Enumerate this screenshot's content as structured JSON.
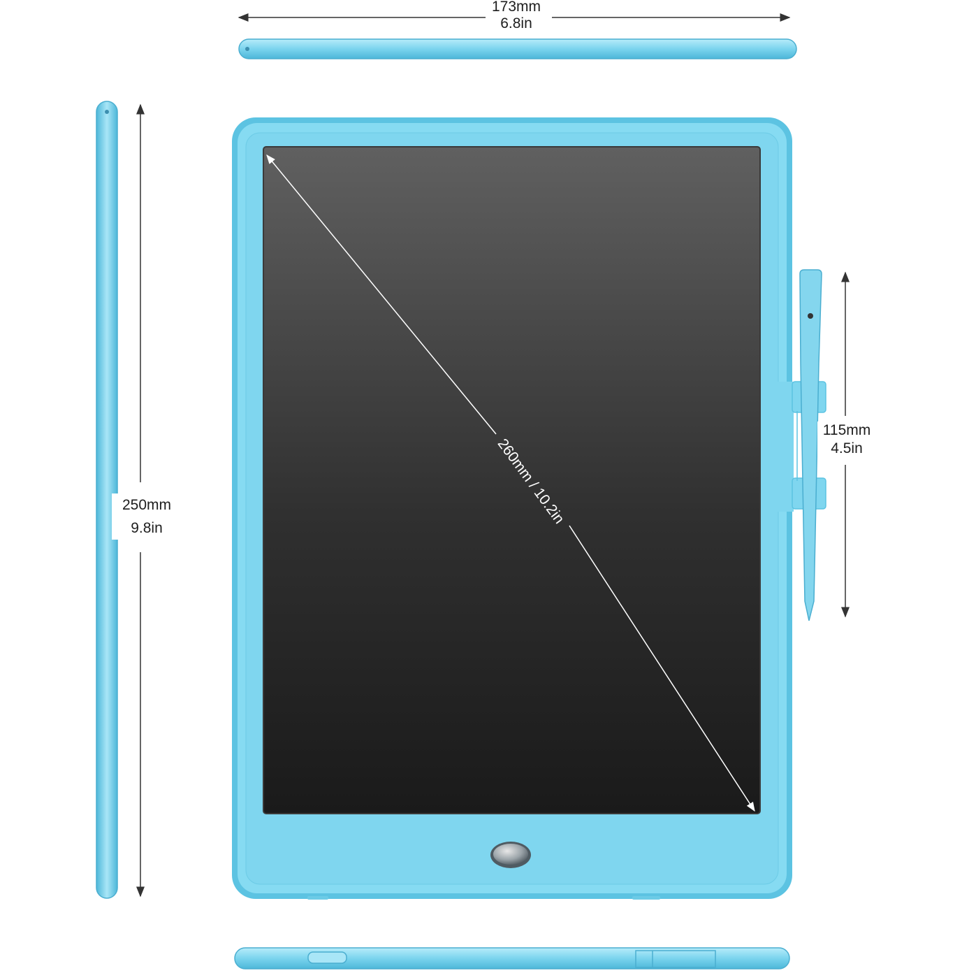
{
  "dimensions": {
    "width_mm": "173mm",
    "width_in": "6.8in",
    "height_mm": "250mm",
    "height_in": "9.8in",
    "diagonal": "260mm / 10.2in",
    "stylus_mm": "115mm",
    "stylus_in": "4.5in"
  },
  "colors": {
    "body": "#7fd6ef",
    "body_edge": "#5cc3e2",
    "screen_top": "#5f5f5f",
    "screen_bottom": "#1b1b1b",
    "arrow": "#333333"
  },
  "icons": {
    "erase_button": "round-metal-button",
    "lock_switch": "slide-switch"
  }
}
